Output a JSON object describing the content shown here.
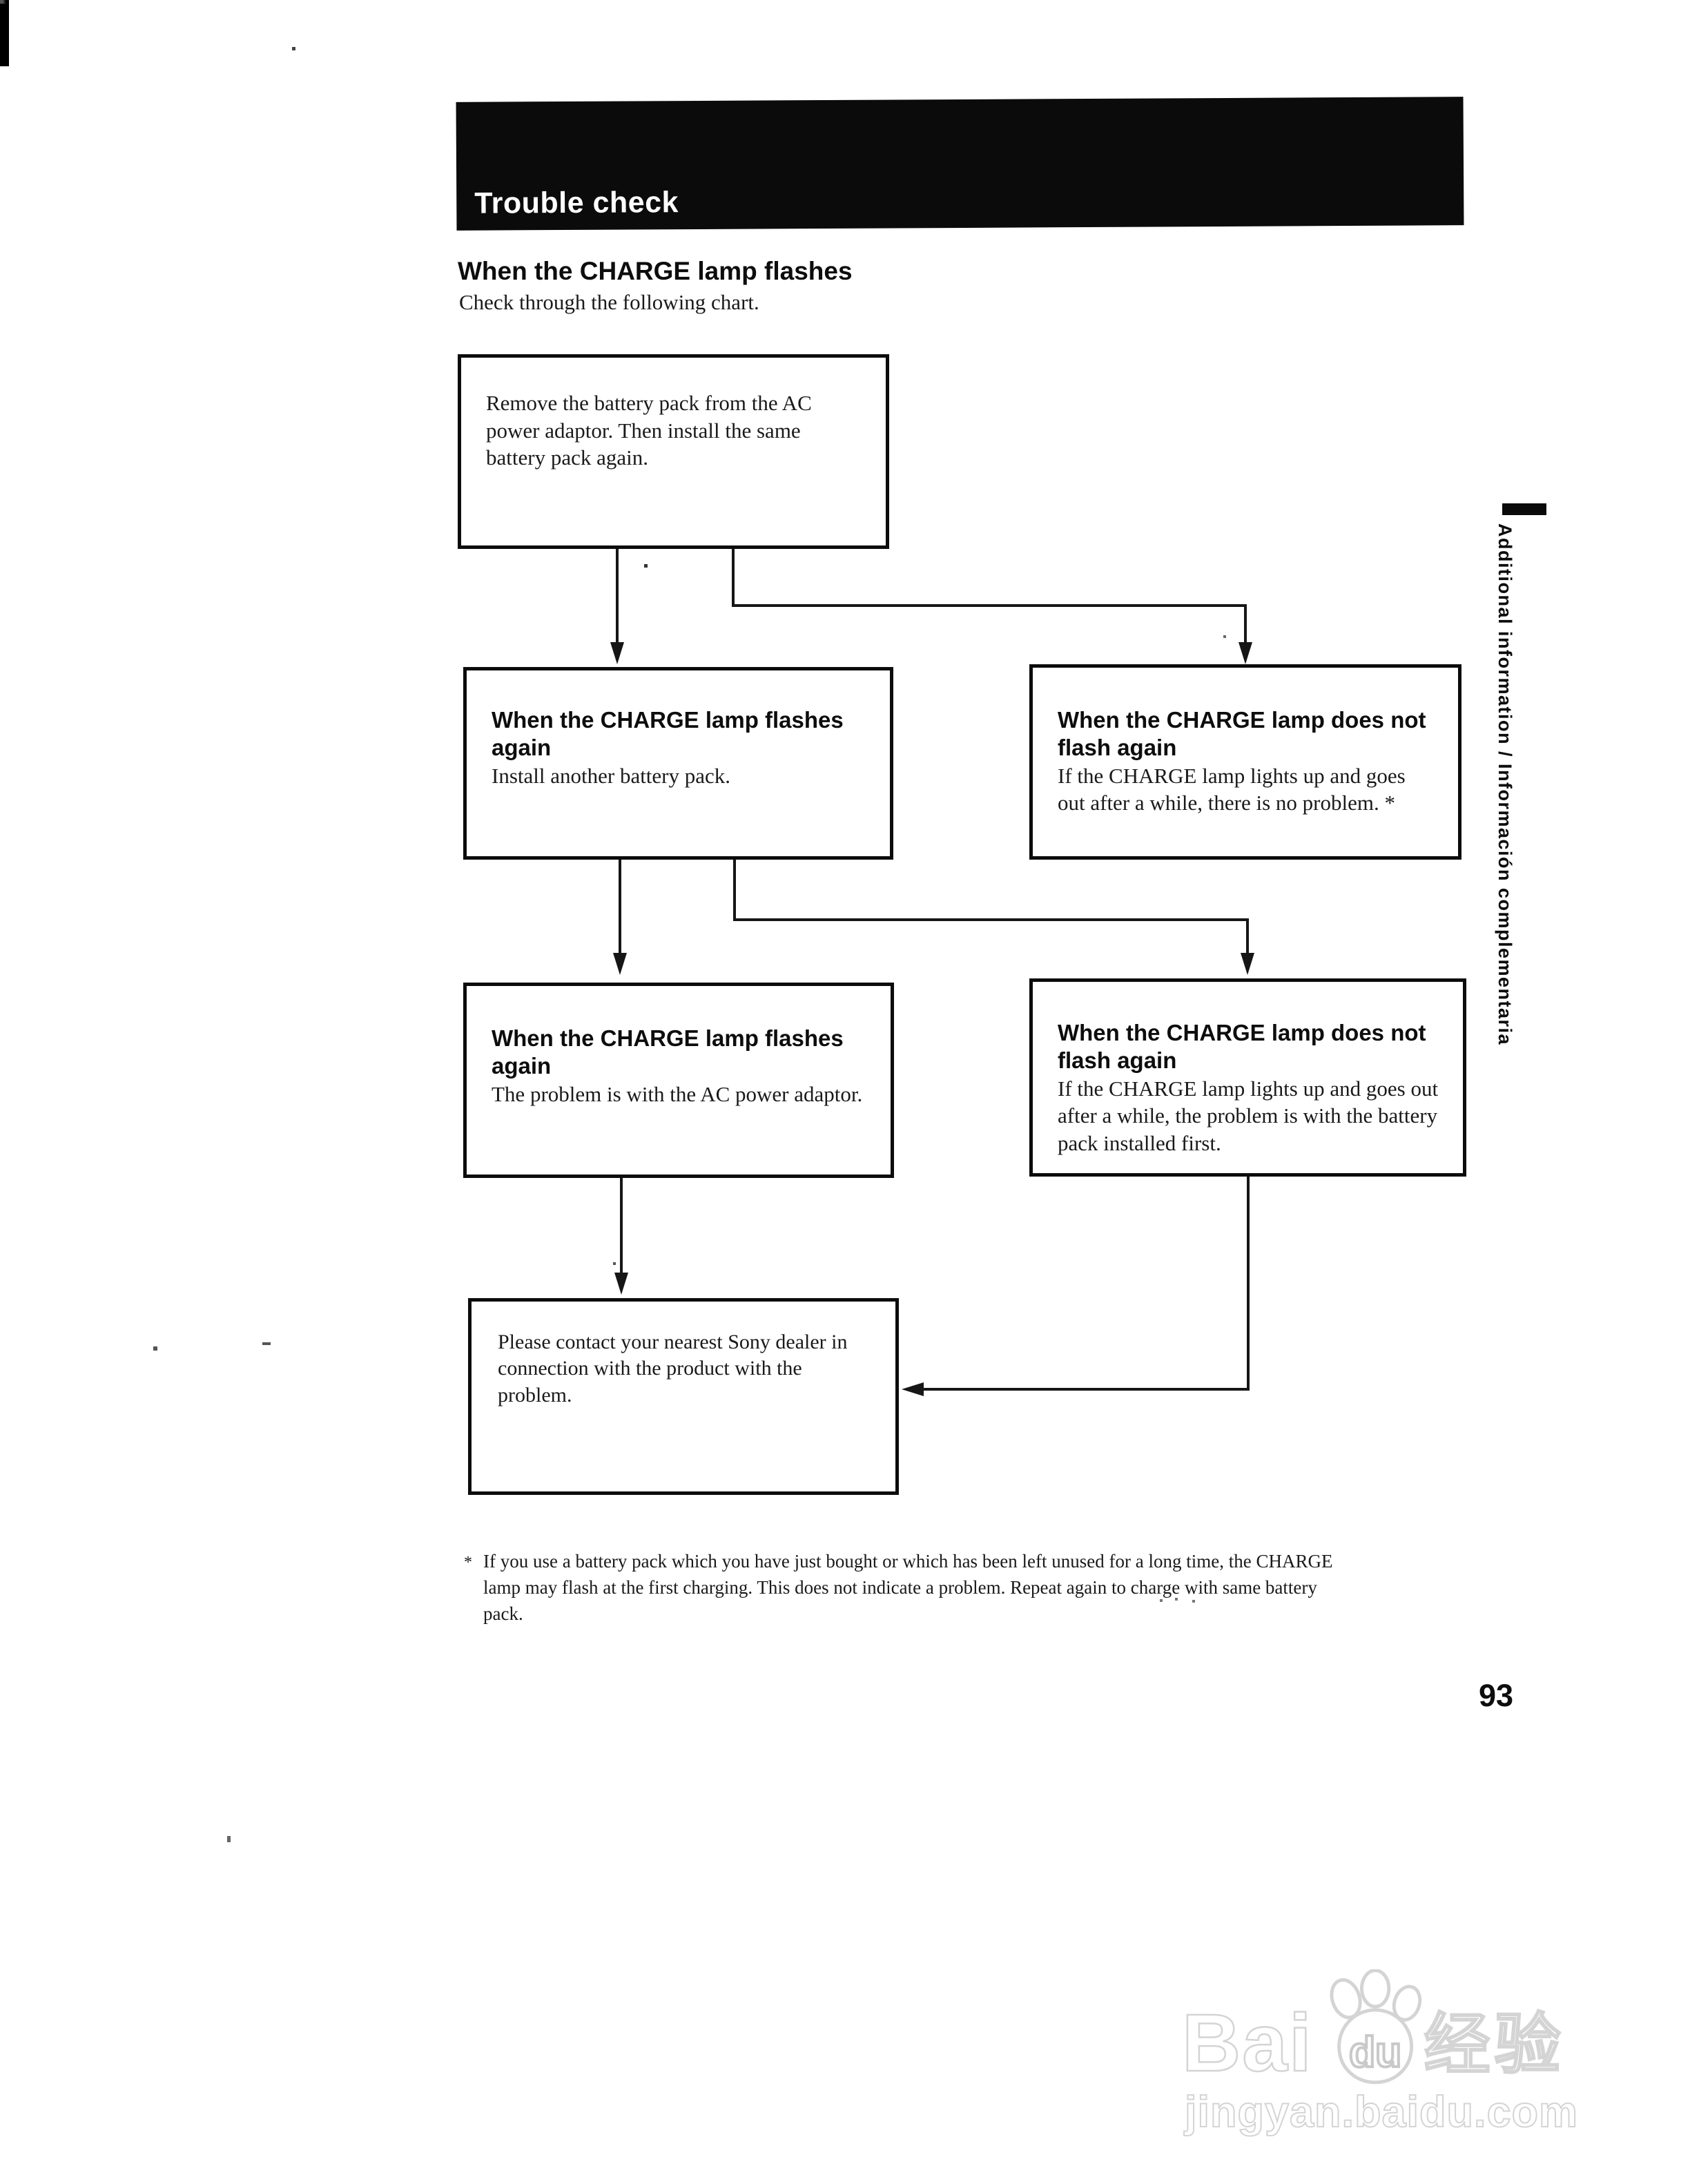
{
  "colors": {
    "header_bar": "#0b0b0b",
    "ink": "#161616",
    "box_border": "#0c0c0c",
    "watermark_gray": "#d4d4d4"
  },
  "header": {
    "title": "Trouble check"
  },
  "intro": {
    "heading": "When the CHARGE lamp flashes",
    "subheading": "Check through the following chart."
  },
  "flowchart": {
    "start": {
      "body": "Remove the battery pack from the AC power adaptor. Then install the same battery pack again."
    },
    "flash_again_1": {
      "title": "When the CHARGE lamp flashes again",
      "body": "Install another battery pack."
    },
    "no_flash_1": {
      "title": "When the CHARGE lamp does not flash again",
      "body": "If the CHARGE lamp lights up and goes out after a while, there is no problem. *"
    },
    "flash_again_2": {
      "title": "When the CHARGE lamp flashes again",
      "body": "The problem is with the AC power adaptor."
    },
    "no_flash_2": {
      "title": "When the CHARGE lamp does not flash again",
      "body": "If the CHARGE lamp lights up and goes out after a while, the problem is with the battery pack installed first."
    },
    "contact": {
      "body": "Please contact your nearest Sony dealer in connection with the product with the problem."
    }
  },
  "footnote": {
    "marker": "*",
    "line1": "If you use a battery pack which you have just bought or which has been left unused for a long time, the CHARGE",
    "line2": "lamp may flash at the first charging. This does not indicate a problem. Repeat again to charge with same battery",
    "line3": "pack."
  },
  "sidebar": {
    "label": "Additional information / Información complementaria"
  },
  "page_number": "93",
  "watermark": {
    "brand_prefix": "Bai",
    "brand_suffix": "du",
    "brand_cn": "经验",
    "url": "jingyan.baidu.com"
  }
}
